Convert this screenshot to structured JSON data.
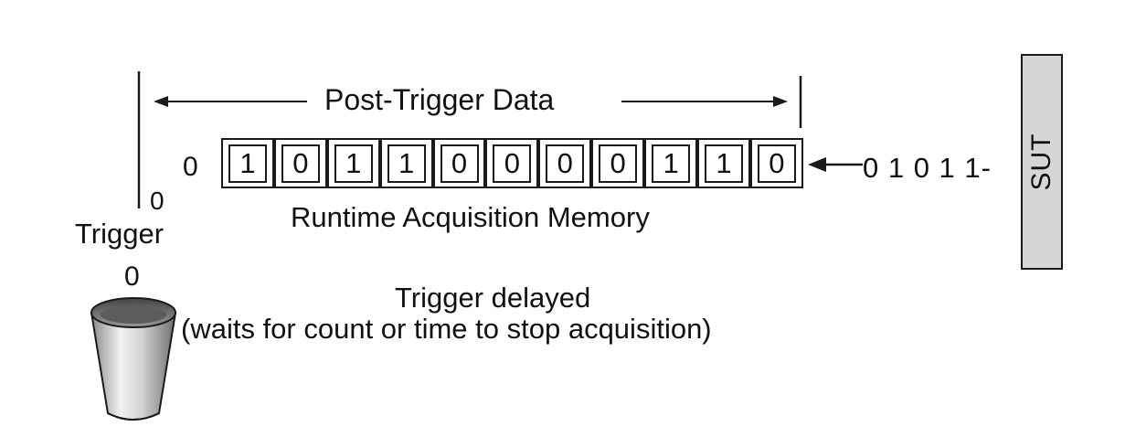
{
  "diagram": {
    "post_trigger_label": "Post-Trigger Data",
    "memory_label": "Runtime Acquisition Memory",
    "trigger_label": "Trigger",
    "delayed_line1": "Trigger delayed",
    "delayed_line2": "(waits for count or time to stop acquisition)",
    "zero_left": "0",
    "zero_trigger_top": "0",
    "zero_trigger_bottom": "0",
    "incoming_bits": "0 1 0 1 1-",
    "sut_label": "SUT",
    "memory_cells": [
      "1",
      "0",
      "1",
      "1",
      "0",
      "0",
      "0",
      "0",
      "1",
      "1",
      "0"
    ]
  }
}
